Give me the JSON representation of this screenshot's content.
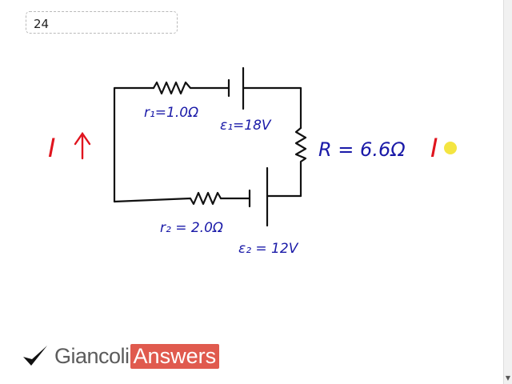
{
  "page_field": {
    "value": "24"
  },
  "circuit": {
    "r1": "r₁=1.0Ω",
    "emf1": "ε₁=18V",
    "r_label": "R = 6.6Ω",
    "r2": "r₂ = 2.0Ω",
    "emf2": "ε₂ = 12V",
    "current_left": "I",
    "current_right": "I"
  },
  "brand": {
    "name": "Giancoli",
    "answers": "Answers",
    "check_color": "#111111",
    "accent": "#e05a4e"
  },
  "colors": {
    "ink_blue": "#1a1aa8",
    "ink_red": "#e0141e",
    "highlight": "#f2e020"
  }
}
